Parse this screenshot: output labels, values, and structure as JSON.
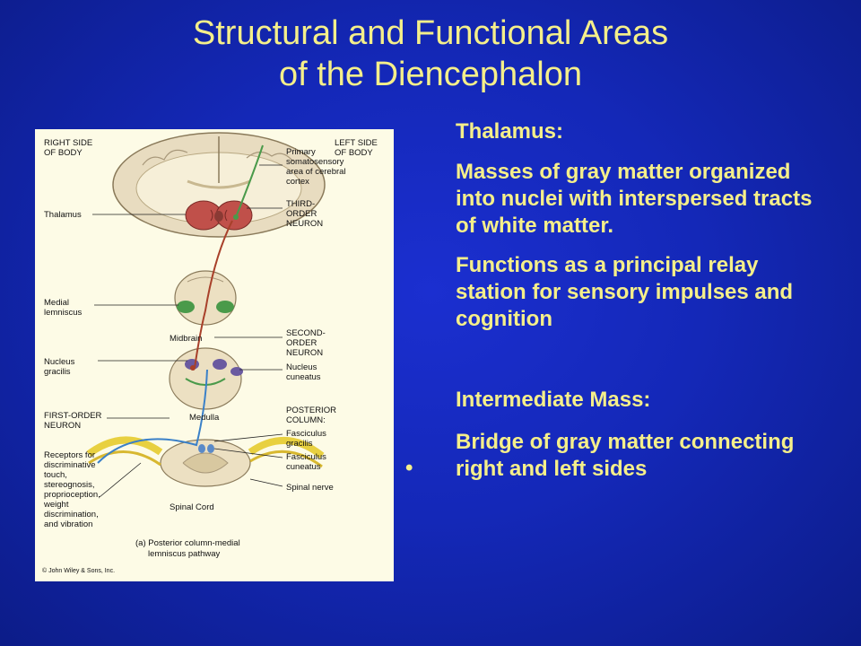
{
  "slide": {
    "title_line1": "Structural and Functional Areas",
    "title_line2": "of the Diencephalon"
  },
  "figure": {
    "labels": {
      "right_side": [
        "RIGHT SIDE",
        "OF BODY"
      ],
      "left_side": [
        "LEFT SIDE",
        "OF BODY"
      ],
      "primary": [
        "Primary",
        "somatosensory",
        "area of cerebral",
        "cortex"
      ],
      "thalamus": "Thalamus",
      "third_order": [
        "THIRD-",
        "ORDER",
        "NEURON"
      ],
      "medial_lemniscus": [
        "Medial",
        "lemniscus"
      ],
      "midbrain": "Midbrain",
      "second_order": [
        "SECOND-",
        "ORDER",
        "NEURON"
      ],
      "nucleus_gracilis": [
        "Nucleus",
        "gracilis"
      ],
      "nucleus_cuneatus": [
        "Nucleus",
        "cuneatus"
      ],
      "medulla": "Medulla",
      "first_order": [
        "FIRST-ORDER",
        "NEURON"
      ],
      "posterior_column": [
        "POSTERIOR",
        "COLUMN:"
      ],
      "fasciculus_gracilis": [
        "Fasciculus",
        "gracilis"
      ],
      "fasciculus_cuneatus": [
        "Fasciculus",
        "cuneatus"
      ],
      "receptors": [
        "Receptors for",
        "discriminative",
        "touch,",
        "stereognosis,",
        "proprioception,",
        "weight",
        "discrimination,",
        "and vibration"
      ],
      "spinal_nerve": "Spinal nerve",
      "spinal_cord": "Spinal Cord",
      "caption": [
        "(a) Posterior column-medial",
        "lemniscus pathway"
      ],
      "copyright": "© John Wiley & Sons, Inc."
    }
  },
  "content": {
    "thalamus_heading": "Thalamus:",
    "thalamus_desc": "Masses of gray matter organized into nuclei with interspersed tracts of white matter.",
    "thalamus_function": "Functions as a principal relay station for sensory impulses and cognition",
    "bullet_char": "•",
    "intermediate_heading": "Intermediate Mass:",
    "intermediate_desc": "Bridge of gray matter connecting right and left sides"
  }
}
